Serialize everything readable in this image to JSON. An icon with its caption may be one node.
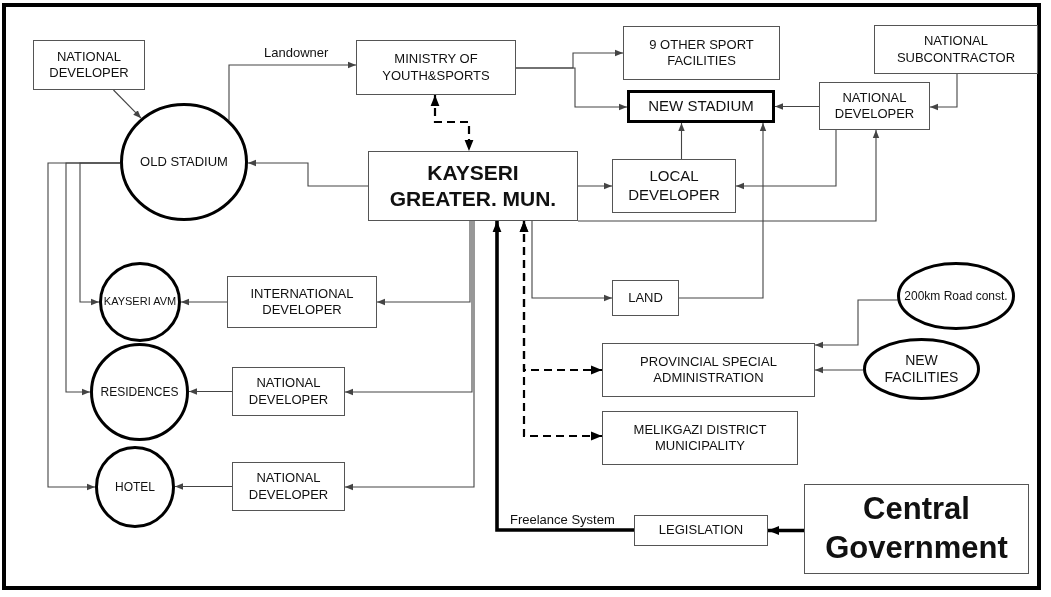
{
  "diagram": {
    "nodes": [
      {
        "text": [
          "NATIONAL DEVELOPER"
        ]
      },
      {
        "text": [
          "OLD STADIUM"
        ]
      },
      {
        "text": [
          "MINISTRY OF YOUTH&SPORTS"
        ]
      },
      {
        "text": [
          "9 OTHER SPORT FACILITIES"
        ]
      },
      {
        "text": [
          "NEW STADIUM"
        ]
      },
      {
        "text": [
          "NATIONAL SUBCONTRACTOR"
        ]
      },
      {
        "text": [
          "NATIONAL DEVELOPER"
        ]
      },
      {
        "text": [
          "KAYSERI GREATER. MUN."
        ]
      },
      {
        "text": [
          "LOCAL DEVELOPER"
        ]
      },
      {
        "text": [
          "KAYSERI AVM"
        ]
      },
      {
        "text": [
          "INTERNATIONAL DEVELOPER"
        ]
      },
      {
        "text": [
          "RESIDENCES"
        ]
      },
      {
        "text": [
          "NATIONAL DEVELOPER"
        ]
      },
      {
        "text": [
          "HOTEL"
        ]
      },
      {
        "text": [
          "NATIONAL DEVELOPER"
        ]
      },
      {
        "text": [
          "LAND"
        ]
      },
      {
        "text": [
          "200km Road const."
        ]
      },
      {
        "text": [
          "PROVINCIAL SPECIAL ADMINISTRATION"
        ]
      },
      {
        "text": [
          "NEW FACILITIES"
        ]
      },
      {
        "text": [
          "MELIKGAZI DISTRICT MUNICIPALITY"
        ]
      },
      {
        "text": [
          "LEGISLATION"
        ]
      },
      {
        "text": [
          "Central Government"
        ]
      }
    ],
    "edges": [
      {
        "from": 0,
        "to": 1,
        "arrow": "to"
      },
      {
        "from": 1,
        "to": 2,
        "arrow": "to",
        "label": "Landowner"
      },
      {
        "from": 2,
        "to": 3,
        "arrow": "to"
      },
      {
        "from": 2,
        "to": 4,
        "arrow": "to"
      },
      {
        "from": 2,
        "to": 7,
        "arrow": "both",
        "style": "dashed"
      },
      {
        "from": 7,
        "to": 1,
        "arrow": "to"
      },
      {
        "from": 7,
        "to": 8,
        "arrow": "to"
      },
      {
        "from": 8,
        "to": 4,
        "arrow": "to"
      },
      {
        "from": 6,
        "to": 4,
        "arrow": "to"
      },
      {
        "from": 5,
        "to": 6,
        "arrow": "to"
      },
      {
        "from": 6,
        "to": 8,
        "arrow": "to"
      },
      {
        "from": 7,
        "to": 6,
        "arrow": "to"
      },
      {
        "from": 1,
        "to": 9,
        "arrow": "to"
      },
      {
        "from": 1,
        "to": 11,
        "arrow": "to"
      },
      {
        "from": 1,
        "to": 13,
        "arrow": "to"
      },
      {
        "from": 10,
        "to": 9,
        "arrow": "to"
      },
      {
        "from": 12,
        "to": 11,
        "arrow": "to"
      },
      {
        "from": 14,
        "to": 13,
        "arrow": "to"
      },
      {
        "from": 7,
        "to": 10,
        "arrow": "to"
      },
      {
        "from": 7,
        "to": 12,
        "arrow": "to"
      },
      {
        "from": 7,
        "to": 14,
        "arrow": "to"
      },
      {
        "from": 7,
        "to": 15,
        "arrow": "to"
      },
      {
        "from": 15,
        "to": 4,
        "arrow": "to"
      },
      {
        "from": 16,
        "to": 17,
        "arrow": "to"
      },
      {
        "from": 18,
        "to": 17,
        "arrow": "to"
      },
      {
        "from": 21,
        "to": 20,
        "arrow": "to",
        "style": "thick"
      },
      {
        "from": 20,
        "to": 7,
        "arrow": "to",
        "style": "thick",
        "label": "Freelance System"
      },
      {
        "from": 7,
        "to": 17,
        "arrow": "both",
        "style": "dashed"
      },
      {
        "from": 7,
        "to": 19,
        "arrow": "both",
        "style": "dashed"
      }
    ]
  }
}
